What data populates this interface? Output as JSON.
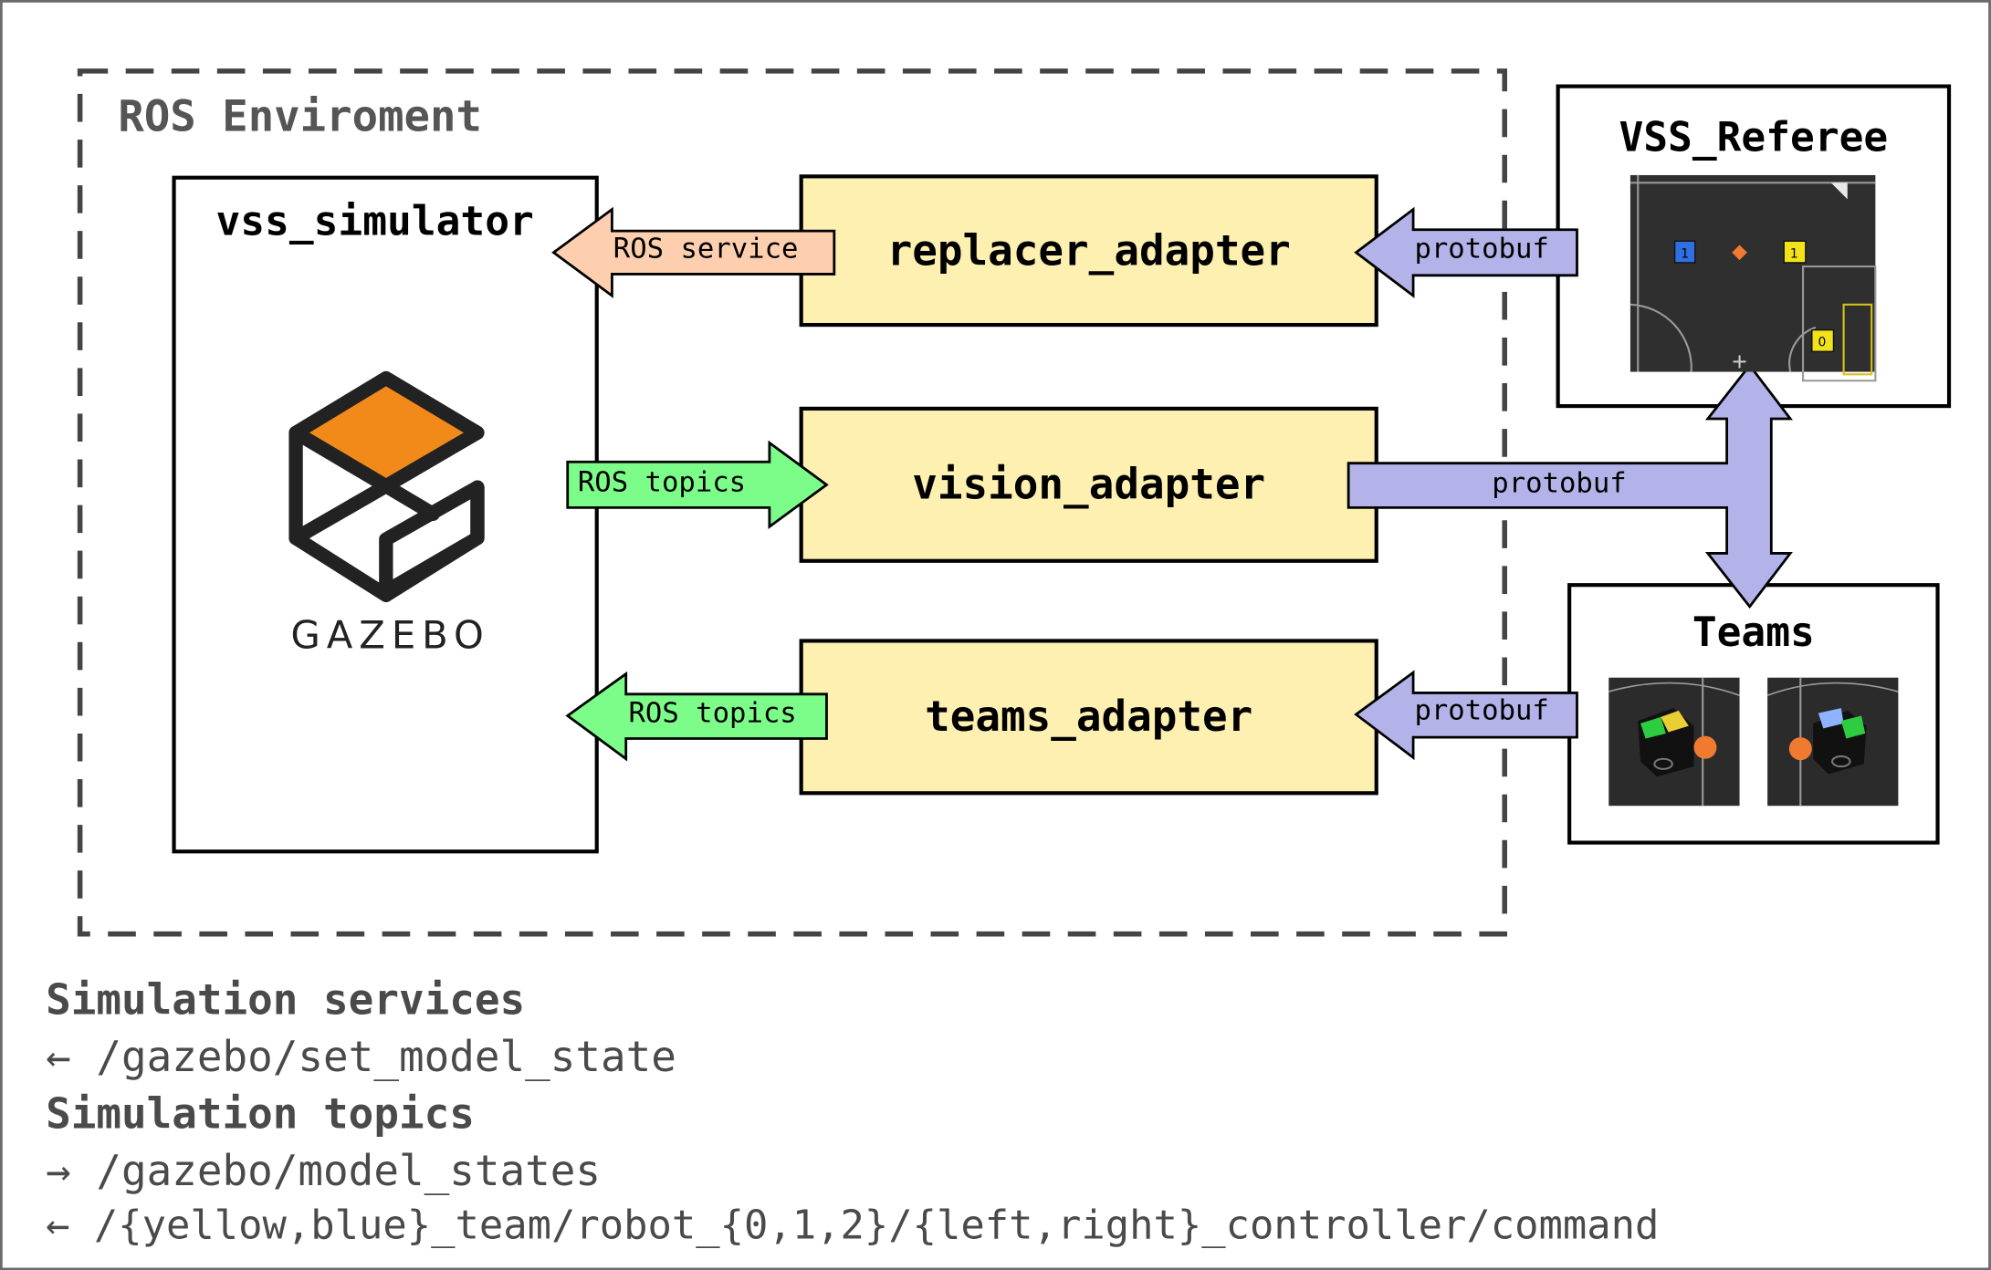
{
  "ros_environment": {
    "title": "ROS Enviroment"
  },
  "simulator": {
    "title": "vss_simulator",
    "logo_text": "GAZEBO",
    "logo_icon": "gazebo-logo-icon"
  },
  "adapters": {
    "replacer": {
      "label": "replacer_adapter"
    },
    "vision": {
      "label": "vision_adapter"
    },
    "teams": {
      "label": "teams_adapter"
    }
  },
  "arrows": {
    "ros_service": "ROS service",
    "ros_topics_in": "ROS topics",
    "ros_topics_out": "ROS topics",
    "protobuf_replacer": "protobuf",
    "protobuf_vision": "protobuf",
    "protobuf_teams": "protobuf"
  },
  "referee": {
    "title": "VSS_Referee",
    "robots": [
      {
        "label": "1",
        "color": "#2f6fe0"
      },
      {
        "label": "1",
        "color": "#f2e21a"
      },
      {
        "label": "0",
        "color": "#f2e21a"
      }
    ]
  },
  "teams": {
    "title": "Teams"
  },
  "footer": {
    "services_title": "Simulation services",
    "services_line": "← /gazebo/set_model_state",
    "topics_title": "Simulation topics",
    "topics_line_1": "→ /gazebo/model_states",
    "topics_line_2": "← /{yellow,blue}_team/robot_{0,1,2}/{left,right}_controller/command"
  },
  "colors": {
    "adapter_fill": "#fdf0b0",
    "ros_service_arrow": "#fdcfae",
    "ros_topics_arrow": "#7cfd89",
    "protobuf_arrow": "#b3b3ea",
    "gazebo_orange": "#f28a1a"
  }
}
